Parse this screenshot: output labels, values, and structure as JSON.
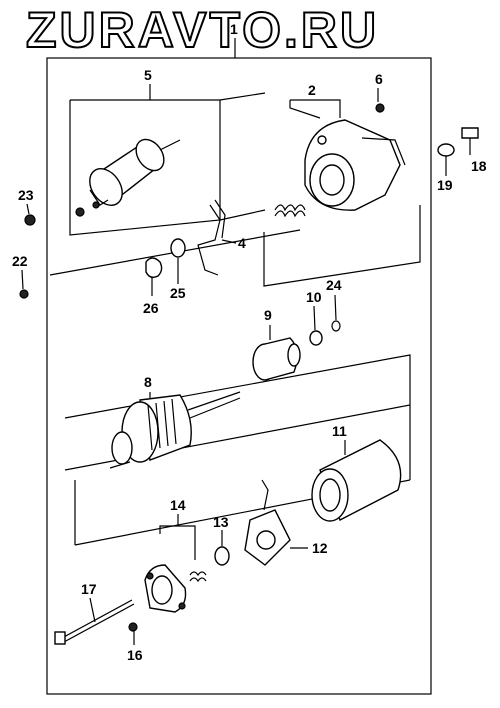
{
  "watermark": "ZURAVTO.RU",
  "callouts": {
    "p1": "1",
    "p2": "2",
    "p4": "4",
    "p5": "5",
    "p6": "6",
    "p8": "8",
    "p9": "9",
    "p10": "10",
    "p11": "11",
    "p12": "12",
    "p13": "13",
    "p14": "14",
    "p16": "16",
    "p17": "17",
    "p18": "18",
    "p19": "19",
    "p22": "22",
    "p23": "23",
    "p24": "24",
    "p25": "25",
    "p26": "26"
  },
  "icons": {
    "solenoid": "solenoid-icon",
    "front_housing": "front-housing-icon",
    "armature": "armature-icon",
    "pinion": "pinion-clutch-icon",
    "yoke": "yoke-icon",
    "brush_holder": "brush-holder-icon",
    "rear_cover": "rear-cover-icon"
  }
}
